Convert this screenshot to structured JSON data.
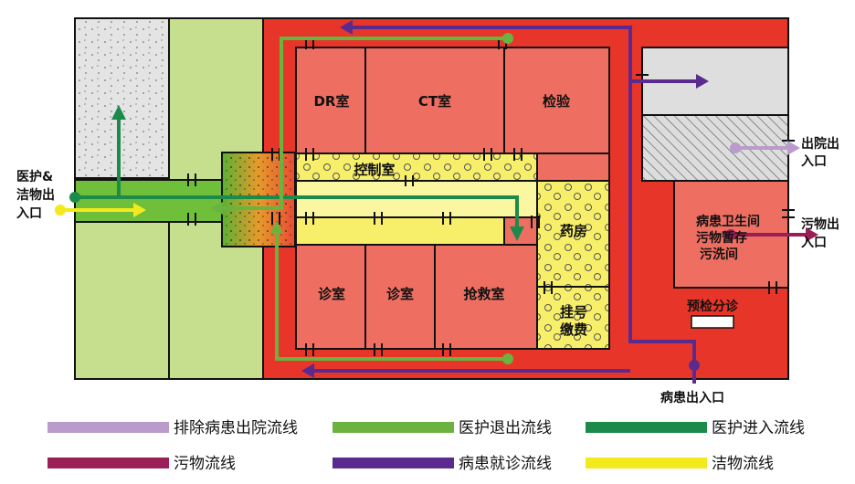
{
  "rooms": {
    "dr": "DR室",
    "ct": "CT室",
    "lab": "检验",
    "control": "控制室",
    "pharmacy": "药房",
    "consult1": "诊室",
    "consult2": "诊室",
    "emergency": "抢救室",
    "register_1": "挂号",
    "register_2": "缴费",
    "patient_wc_1": "病患卫生间",
    "patient_wc_2": "污物暂存",
    "patient_wc_3": "污洗间",
    "triage": "预检分诊"
  },
  "entrances": {
    "staff_1": "医护&",
    "staff_2": "洁物出",
    "staff_3": "入口",
    "discharge_1": "出院出",
    "discharge_2": "入口",
    "waste_1": "污物出",
    "waste_2": "入口",
    "patient": "病患出入口"
  },
  "legend": [
    {
      "label": "排除病患出院流线",
      "color": "#b99ccc"
    },
    {
      "label": "医护退出流线",
      "color": "#6ab33e"
    },
    {
      "label": "医护进入流线",
      "color": "#1c8a4b"
    },
    {
      "label": "污物流线",
      "color": "#9c1e57"
    },
    {
      "label": "病患就诊流线",
      "color": "#5b2a8e"
    },
    {
      "label": "洁物流线",
      "color": "#f2ea1d"
    }
  ]
}
